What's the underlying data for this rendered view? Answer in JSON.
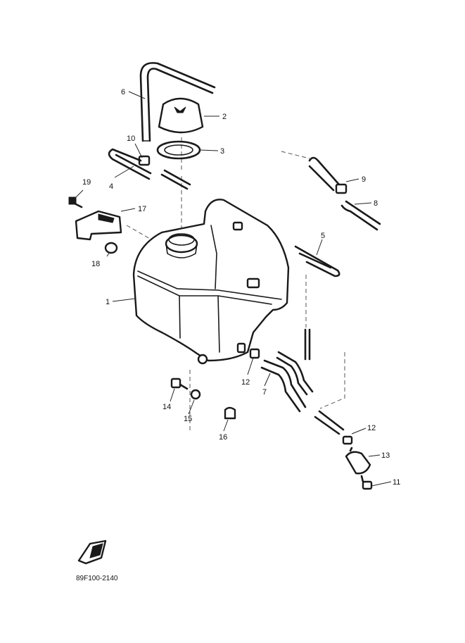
{
  "labels": {
    "p1": "1",
    "p2": "2",
    "p3": "3",
    "p4": "4",
    "p5": "5",
    "p6": "6",
    "p7": "7",
    "p8": "8",
    "p9": "9",
    "p10": "10",
    "p11": "11",
    "p12a": "12",
    "p12b": "12",
    "p13": "13",
    "p14": "14",
    "p15": "15",
    "p16": "16",
    "p17": "17",
    "p18": "18",
    "p19": "19"
  },
  "diagram_code": "89F100-2140",
  "fwd_icon": "fwd-arrow-icon"
}
